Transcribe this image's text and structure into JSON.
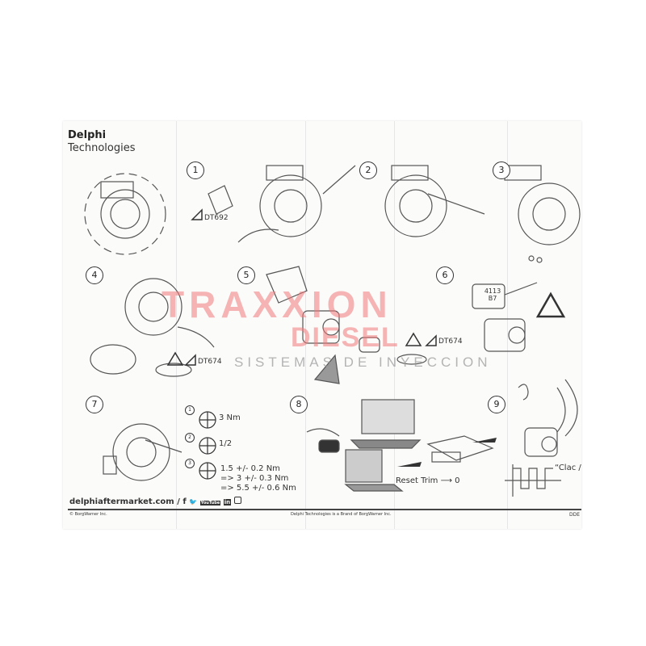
{
  "brand": {
    "line1": "Delphi",
    "line2": "Technologies"
  },
  "steps": [
    "1",
    "2",
    "3",
    "4",
    "5",
    "6",
    "7",
    "8",
    "9"
  ],
  "tool_labels": {
    "step1": "DT692",
    "step4": "DT674",
    "step5": "DT674"
  },
  "label_tag": {
    "line1": "4113",
    "line2": "B7"
  },
  "torque": {
    "sub_steps": [
      "1",
      "2",
      "3"
    ],
    "s1": "3 Nm",
    "s2": "1/2",
    "s3_lines": [
      "1.5 +/- 0.2 Nm",
      "=>  3 +/- 0.3 Nm",
      "=>  5.5 +/- 0.6 Nm"
    ]
  },
  "reset_trim": {
    "label": "Reset Trim",
    "value": "0"
  },
  "sound": "“Clac /",
  "footer": {
    "website": "delphiaftermarket.com /",
    "social_icons": [
      "facebook-icon",
      "twitter-icon",
      "youtube-icon",
      "linkedin-icon",
      "instagram-icon"
    ],
    "social_text": {
      "f": "f",
      "yt": "YouTube",
      "in": "in"
    },
    "copyright": "© BorgWarner Inc.",
    "brand_note": "Delphi Technologies is a Brand of BorgWarner Inc.",
    "code": "DDE"
  },
  "watermark": {
    "line1": "TRAXXION",
    "line2": "DIESEL",
    "line3": "SISTEMAS DE INYECCION",
    "color": "#f07878"
  }
}
